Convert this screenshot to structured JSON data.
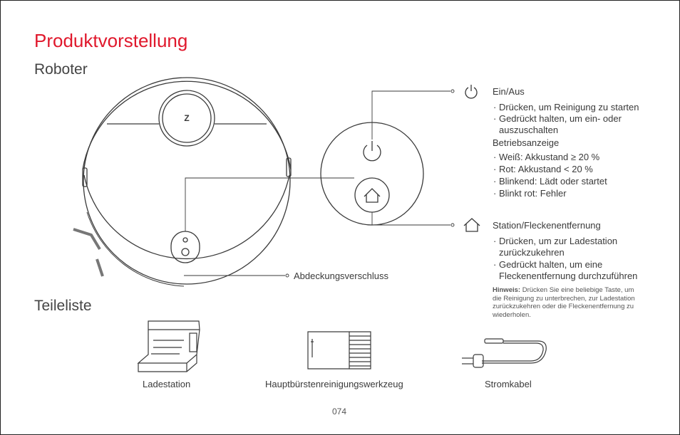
{
  "title": "Produktvorstellung",
  "section_robot": "Roboter",
  "section_parts": "Teileliste",
  "callout_cover": "Abdeckungsverschluss",
  "power": {
    "heading": "Ein/Aus",
    "bullets": [
      "Drücken, um Reinigung zu starten",
      "Gedrückt halten, um ein- oder auszuschalten"
    ],
    "status_heading": "Betriebsanzeige",
    "status_bullets": [
      "Weiß: Akkustand ≥ 20 %",
      "Rot: Akkustand < 20 %",
      "Blinkend: Lädt oder startet",
      "Blinkt rot: Fehler"
    ]
  },
  "station": {
    "heading": "Station/Fleckenentfernung",
    "bullets": [
      "Drücken, um zur Ladestation zurückzukehren",
      "Gedrückt halten, um eine Fleckenentfernung durchzuführen"
    ]
  },
  "note": {
    "label": "Hinweis:",
    "text": "Drücken Sie eine beliebige Taste, um die Reinigung zu unterbrechen, zur Ladestation zurückzukehren oder die Fleckenentfernung zu wiederholen."
  },
  "parts": {
    "dock": "Ladestation",
    "tool": "Hauptbürstenreinigungswerkzeug",
    "cable": "Stromkabel"
  },
  "robot_logo": "Z",
  "page_number": "074",
  "accent_color": "#e0182c",
  "icons": [
    "power-icon",
    "home-icon"
  ]
}
